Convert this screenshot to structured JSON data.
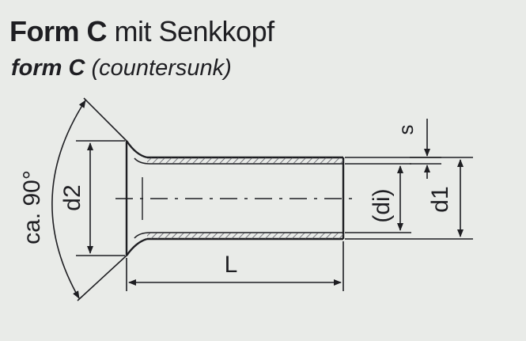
{
  "title": {
    "form": "Form C",
    "rest": " mit Senkkopf"
  },
  "subtitle": {
    "form": "form C",
    "rest": " (countersunk)"
  },
  "labels": {
    "angle": "ca. 90°",
    "d2": "d2",
    "L": "L",
    "di": "(di)",
    "d1": "d1",
    "s": "s"
  },
  "colors": {
    "background": "#e9ebe8",
    "ink": "#1e1e22",
    "hatch": "#5a5a62"
  }
}
